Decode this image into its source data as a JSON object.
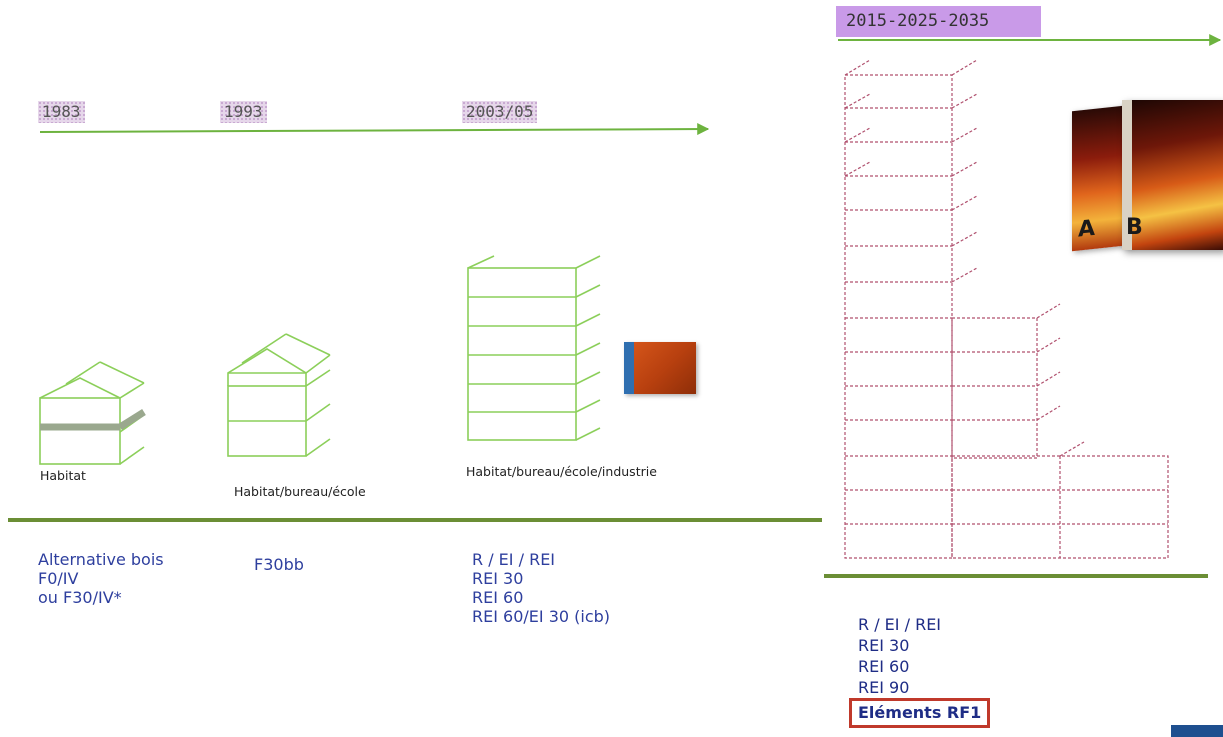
{
  "timeline": {
    "years": [
      "1983",
      "1993",
      "2003/05",
      "2015-2025-2035"
    ]
  },
  "captions": {
    "c1983": "Habitat",
    "c1993": "Habitat/bureau/école",
    "c2003": "Habitat/bureau/école/industrie"
  },
  "requirements": {
    "r1983": [
      "Alternative bois",
      "F0/IV",
      "ou F30/IV*"
    ],
    "r1993": [
      "F30bb"
    ],
    "r2003": [
      "R / EI / REI",
      "REI 30",
      "REI 60",
      "REI 60/EI 30 (icb)"
    ],
    "r2015": [
      "R / EI / REI",
      "REI 30",
      "REI 60",
      "REI 90"
    ],
    "r2015_highlight": "Eléments RF1"
  },
  "books": {
    "letters": [
      "A",
      "B"
    ]
  },
  "colors": {
    "timeline_green": "#6db33f",
    "separator_green": "#6b8e35",
    "building_green": "#8ccf5a",
    "future_building": "#b0506e",
    "text_blue": "#2e3f9e",
    "highlight_border": "#c0392b",
    "year_highlight": "#c99ae8"
  }
}
